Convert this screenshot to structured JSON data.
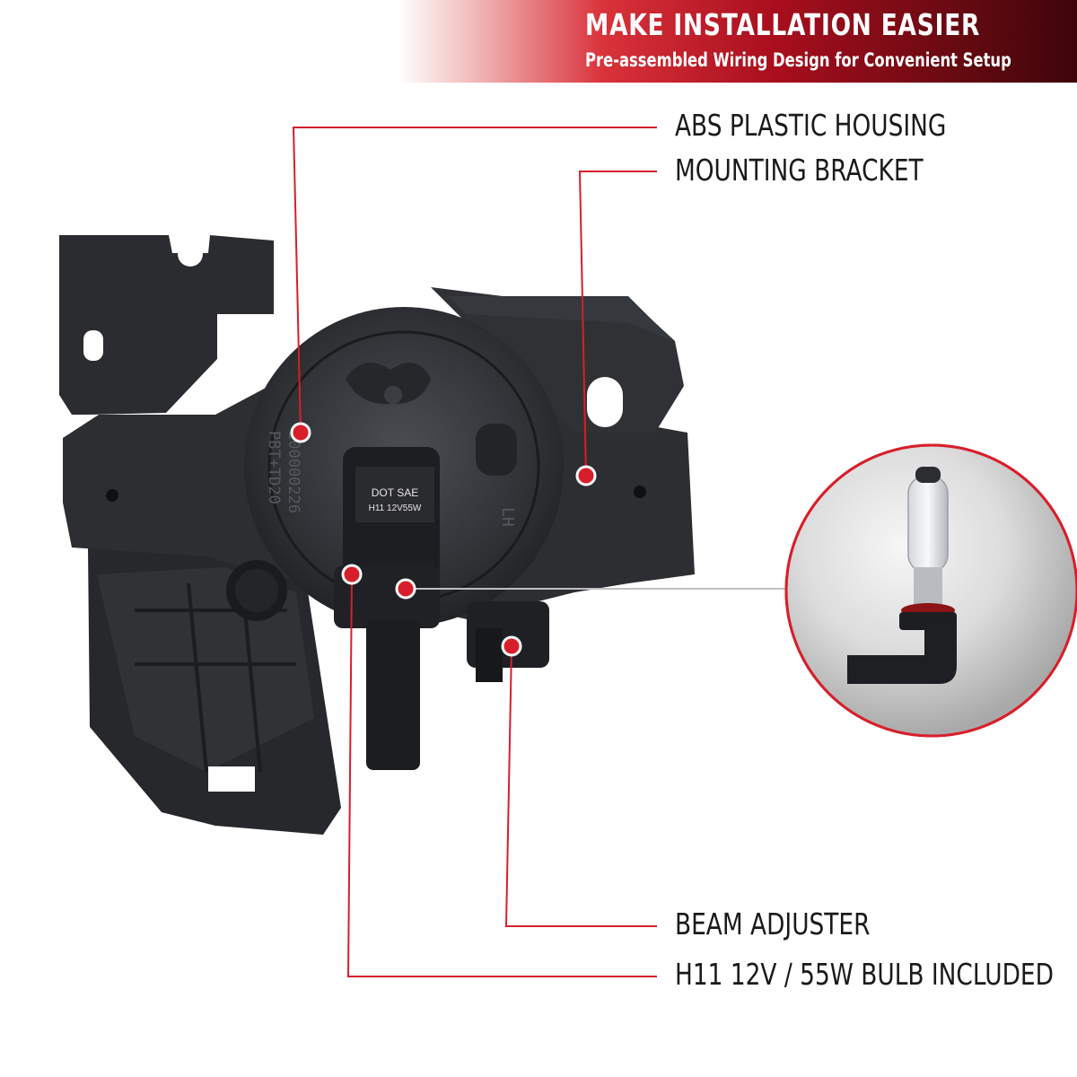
{
  "banner": {
    "title": "MAKE INSTALLATION EASIER",
    "subtitle": "Pre-assembled Wiring Design for Convenient Setup"
  },
  "callouts": {
    "housing": "ABS PLASTIC HOUSING",
    "bracket": "MOUNTING BRACKET",
    "beam": "BEAM ADJUSTER",
    "bulb": "H11 12V / 55W BULB INCLUDED"
  },
  "bulb_label": {
    "line1": "DOT SAE",
    "line2": "H11 12V55W"
  },
  "housing_marks": {
    "code": "L00000226",
    "material": "PBT+TD20",
    "side": "LH"
  },
  "colors": {
    "accent": "#d71f2b",
    "housing": "#2b2d30",
    "banner_dark": "#3d0509"
  }
}
